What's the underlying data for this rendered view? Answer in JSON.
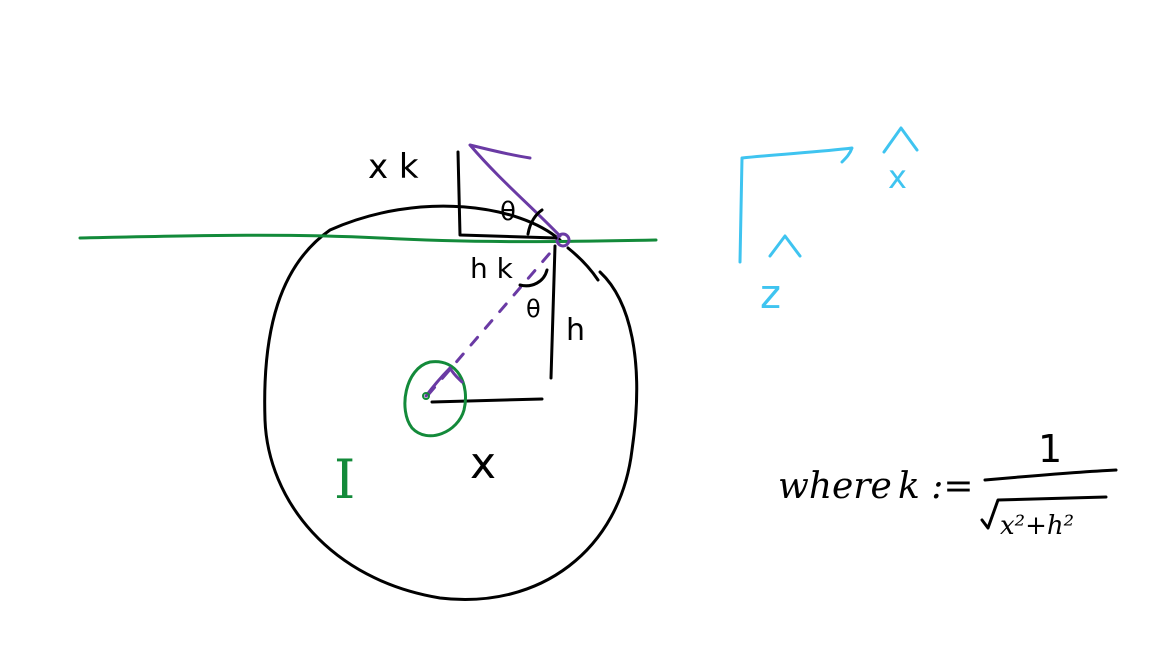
{
  "colors": {
    "ink": "#000000",
    "green": "#138a3a",
    "purple": "#6a3aa4",
    "cyan": "#3fc4f0",
    "background": "#ffffff"
  },
  "labels": {
    "xk": "x k",
    "hk": "h k",
    "theta_top": "θ",
    "theta_mid": "θ",
    "h": "h",
    "x": "x",
    "I": "I",
    "x_hat": "x",
    "z_hat": "z",
    "hat": "^"
  },
  "formula": {
    "where": "where",
    "k_def": "k :=",
    "numerator": "1",
    "denominator": "x²+h²"
  }
}
